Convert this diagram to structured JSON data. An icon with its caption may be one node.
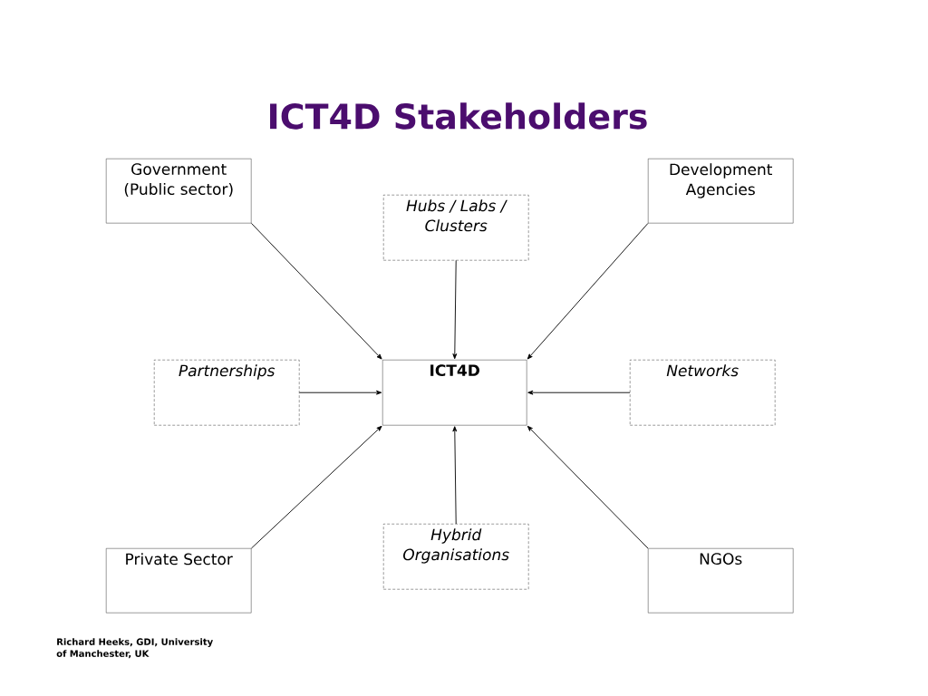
{
  "diagram": {
    "title": "ICT4D Stakeholders",
    "nodes": [
      {
        "text": [
          "Government (Public sector)"
        ]
      },
      {
        "text": [
          "Hubs / Labs / Clusters"
        ]
      },
      {
        "text": [
          "Development Agencies"
        ]
      },
      {
        "text": [
          "Partnerships"
        ]
      },
      {
        "text": [
          "ICT4D"
        ]
      },
      {
        "text": [
          "Networks"
        ]
      },
      {
        "text": [
          "Private Sector"
        ]
      },
      {
        "text": [
          "Hybrid Organisations"
        ]
      },
      {
        "text": [
          "NGOs"
        ]
      }
    ],
    "edges": [
      {
        "from": 0,
        "to": 4,
        "arrow": "to"
      },
      {
        "from": 1,
        "to": 4,
        "arrow": "to"
      },
      {
        "from": 2,
        "to": 4,
        "arrow": "to"
      },
      {
        "from": 3,
        "to": 4,
        "arrow": "to"
      },
      {
        "from": 5,
        "to": 4,
        "arrow": "to"
      },
      {
        "from": 6,
        "to": 4,
        "arrow": "to"
      },
      {
        "from": 7,
        "to": 4,
        "arrow": "to"
      },
      {
        "from": 8,
        "to": 4,
        "arrow": "to"
      }
    ],
    "labels": [
      "Richard Heeks, GDI, University of Manchester, UK"
    ]
  }
}
